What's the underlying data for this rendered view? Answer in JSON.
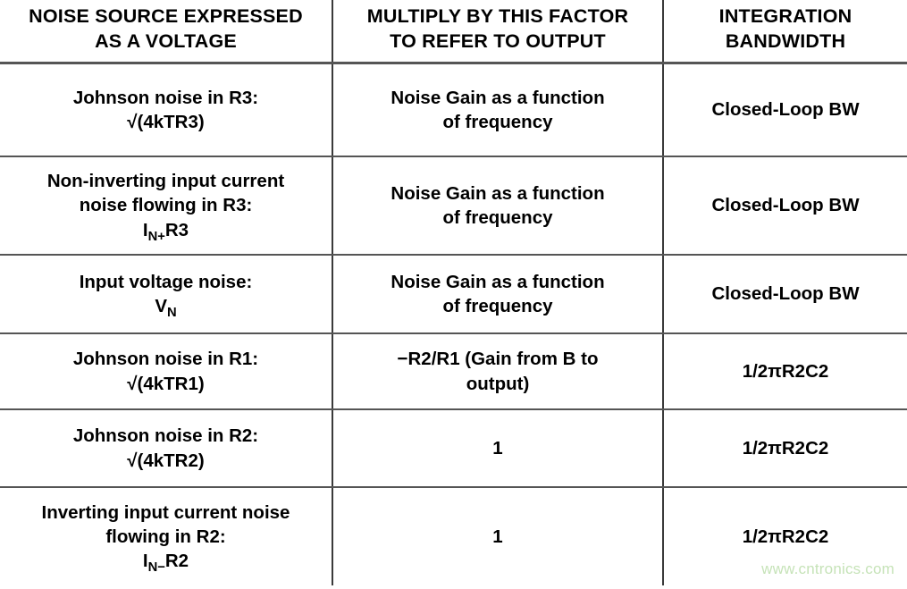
{
  "table": {
    "headers": [
      {
        "line1": "NOISE SOURCE EXPRESSED",
        "line2": "AS A VOLTAGE"
      },
      {
        "line1": "MULTIPLY BY THIS FACTOR",
        "line2": "TO REFER TO OUTPUT"
      },
      {
        "line1": "INTEGRATION",
        "line2": "BANDWIDTH"
      }
    ],
    "rows": [
      {
        "source": {
          "line1": "Johnson noise in R3:",
          "line2_pre": "√(4kTR3)",
          "line2_sub": "",
          "line2_post": ""
        },
        "factor": {
          "line1": "Noise Gain as a function",
          "line2": "of frequency"
        },
        "bandwidth": {
          "line1": "Closed-Loop BW",
          "line2": ""
        }
      },
      {
        "source": {
          "line1": "Non-inverting input current",
          "line1b": "noise flowing in R3:",
          "line2_pre": "I",
          "line2_sub": "N+",
          "line2_post": "R3"
        },
        "factor": {
          "line1": "Noise Gain as a function",
          "line2": "of frequency"
        },
        "bandwidth": {
          "line1": "Closed-Loop BW",
          "line2": ""
        }
      },
      {
        "source": {
          "line1": "Input voltage noise:",
          "line2_pre": "V",
          "line2_sub": "N",
          "line2_post": ""
        },
        "factor": {
          "line1": "Noise Gain as a function",
          "line2": "of frequency"
        },
        "bandwidth": {
          "line1": "Closed-Loop BW",
          "line2": ""
        }
      },
      {
        "source": {
          "line1": "Johnson noise in R1:",
          "line2_pre": "√(4kTR1)",
          "line2_sub": "",
          "line2_post": ""
        },
        "factor": {
          "line1": "−R2/R1 (Gain from B to",
          "line2": "output)"
        },
        "bandwidth": {
          "line1": "1/2πR2C2",
          "line2": ""
        }
      },
      {
        "source": {
          "line1": "Johnson noise in R2:",
          "line2_pre": "√(4kTR2)",
          "line2_sub": "",
          "line2_post": ""
        },
        "factor": {
          "line1": "1",
          "line2": ""
        },
        "bandwidth": {
          "line1": "1/2πR2C2",
          "line2": ""
        }
      },
      {
        "source": {
          "line1": "Inverting input current noise",
          "line1b": "flowing in R2:",
          "line2_pre": "I",
          "line2_sub": "N−",
          "line2_post": "R2"
        },
        "factor": {
          "line1": "1",
          "line2": ""
        },
        "bandwidth": {
          "line1": "1/2πR2C2",
          "line2": ""
        }
      }
    ]
  },
  "watermark": {
    "text": "www.cntronics.com",
    "color": "#c6e3b8"
  }
}
